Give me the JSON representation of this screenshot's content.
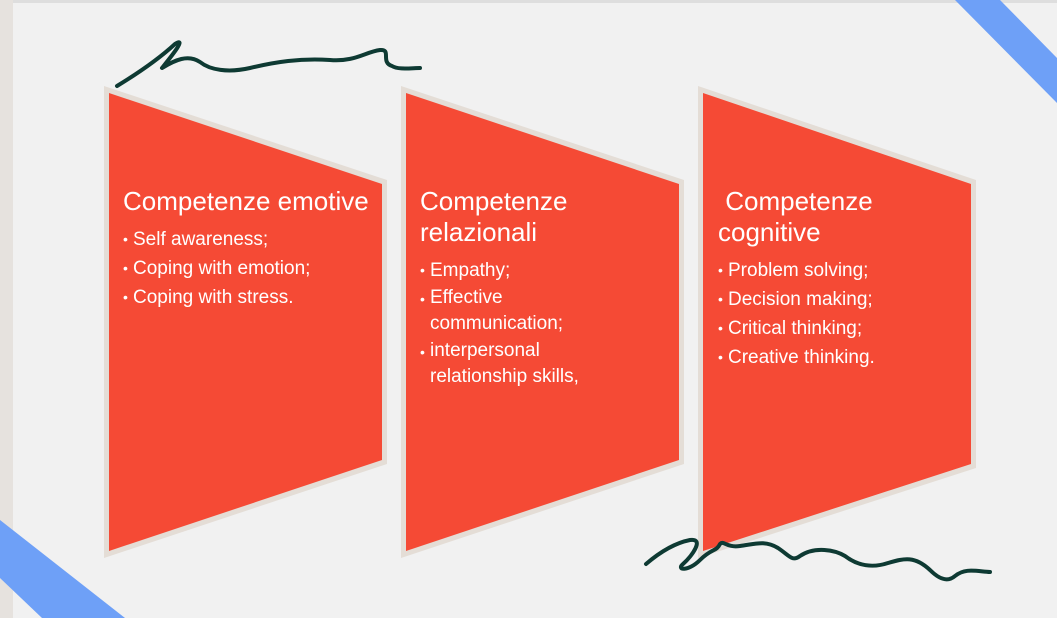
{
  "colors": {
    "panel_fill": "#f54a35",
    "panel_border": "#e4ddd6",
    "accent_stripe": "#6ea0f7",
    "scribble": "#0e3a33",
    "background": "#f1f1f1"
  },
  "panels": [
    {
      "title": "Competenze emotive",
      "items": [
        "Self awareness;",
        "Coping with emotion;",
        "Coping with stress."
      ]
    },
    {
      "title": "Competenze relazionali",
      "items": [
        "Empathy;",
        "Effective communication;",
        "interpersonal relationship skills,"
      ]
    },
    {
      "title": " Competenze cognitive",
      "items": [
        "Problem solving;",
        "Decision making;",
        "Critical thinking;",
        "Creative thinking."
      ]
    }
  ]
}
